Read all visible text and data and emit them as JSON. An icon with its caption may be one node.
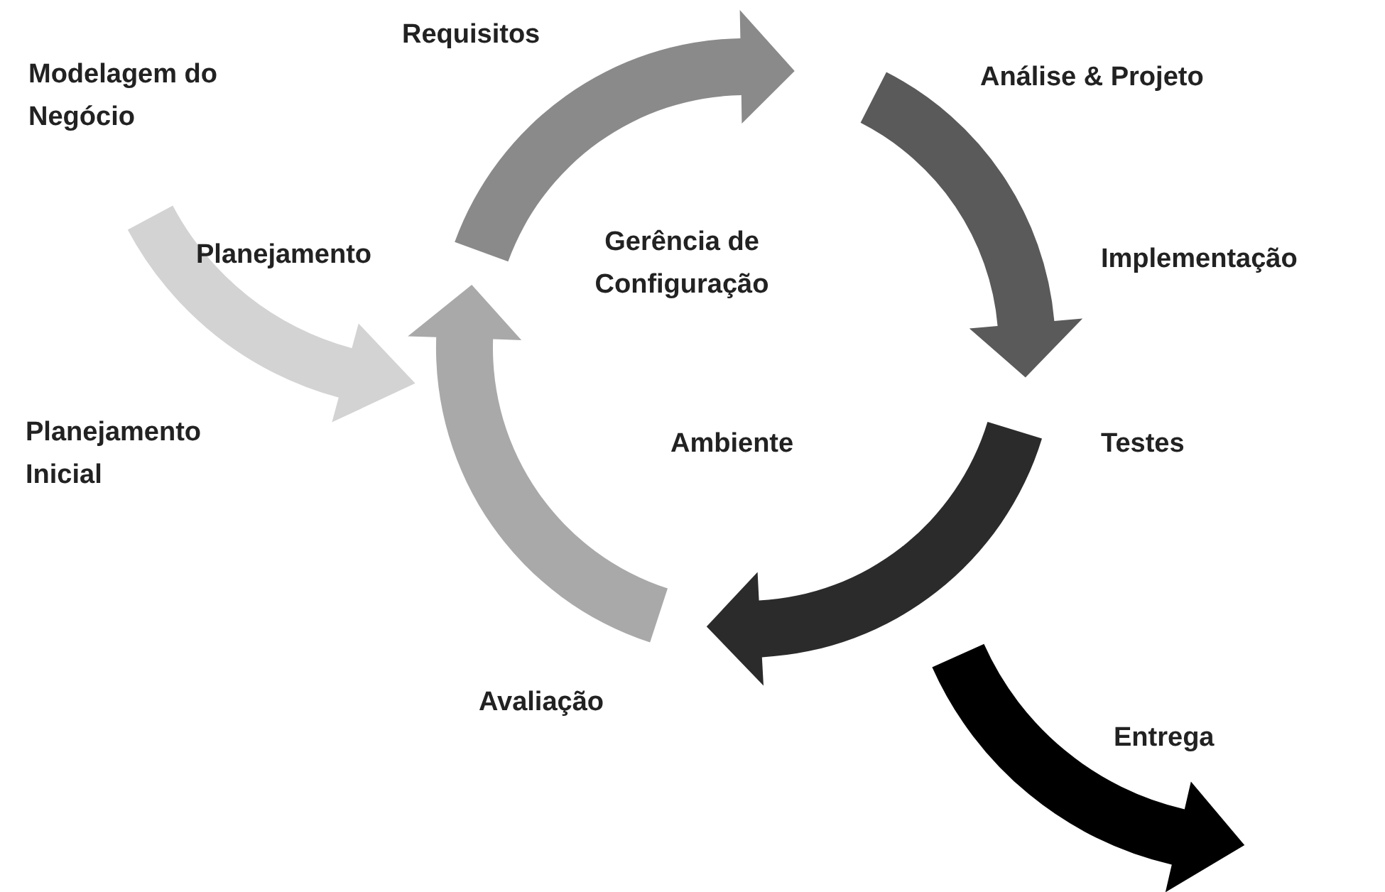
{
  "diagram": {
    "labels": [
      "Requisitos",
      "Modelagem do Negócio",
      "Análise & Projeto",
      "Planejamento",
      "Gerência de Configuração",
      "Implementação",
      "Planejamento Inicial",
      "Ambiente",
      "Testes",
      "Avaliação",
      "Entrega"
    ]
  }
}
